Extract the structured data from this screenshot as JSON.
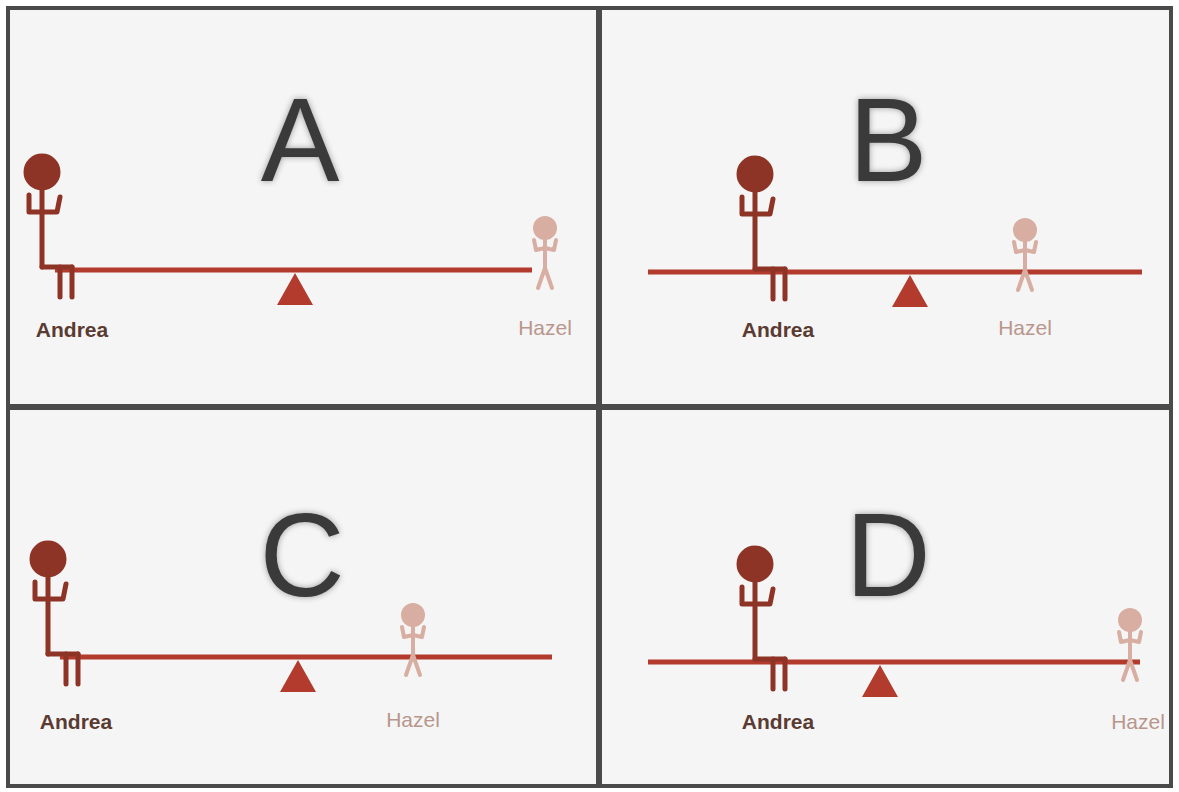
{
  "diagram": {
    "nodes": [
      {
        "text": [
          "A",
          "Andrea",
          "Hazel"
        ]
      },
      {
        "text": [
          "B",
          "Andrea",
          "Hazel"
        ]
      },
      {
        "text": [
          "C",
          "Andrea",
          "Hazel"
        ]
      },
      {
        "text": [
          "D",
          "Andrea",
          "Hazel"
        ]
      }
    ]
  }
}
